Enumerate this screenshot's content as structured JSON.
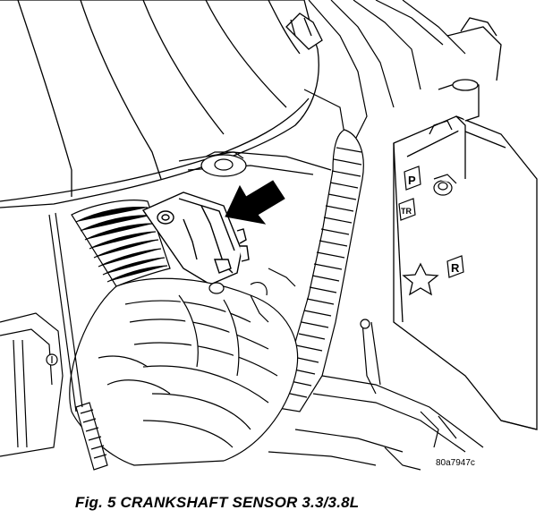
{
  "figure": {
    "code": "80a7947c",
    "caption": "Fig. 5 CRANKSHAFT SENSOR 3.3/3.8L",
    "labels": {
      "p": "P",
      "r": "R",
      "tr": "TR"
    },
    "icons": [
      "arrow-icon",
      "star-icon"
    ],
    "colors": {
      "ink": "#000000",
      "paper": "#ffffff"
    }
  }
}
